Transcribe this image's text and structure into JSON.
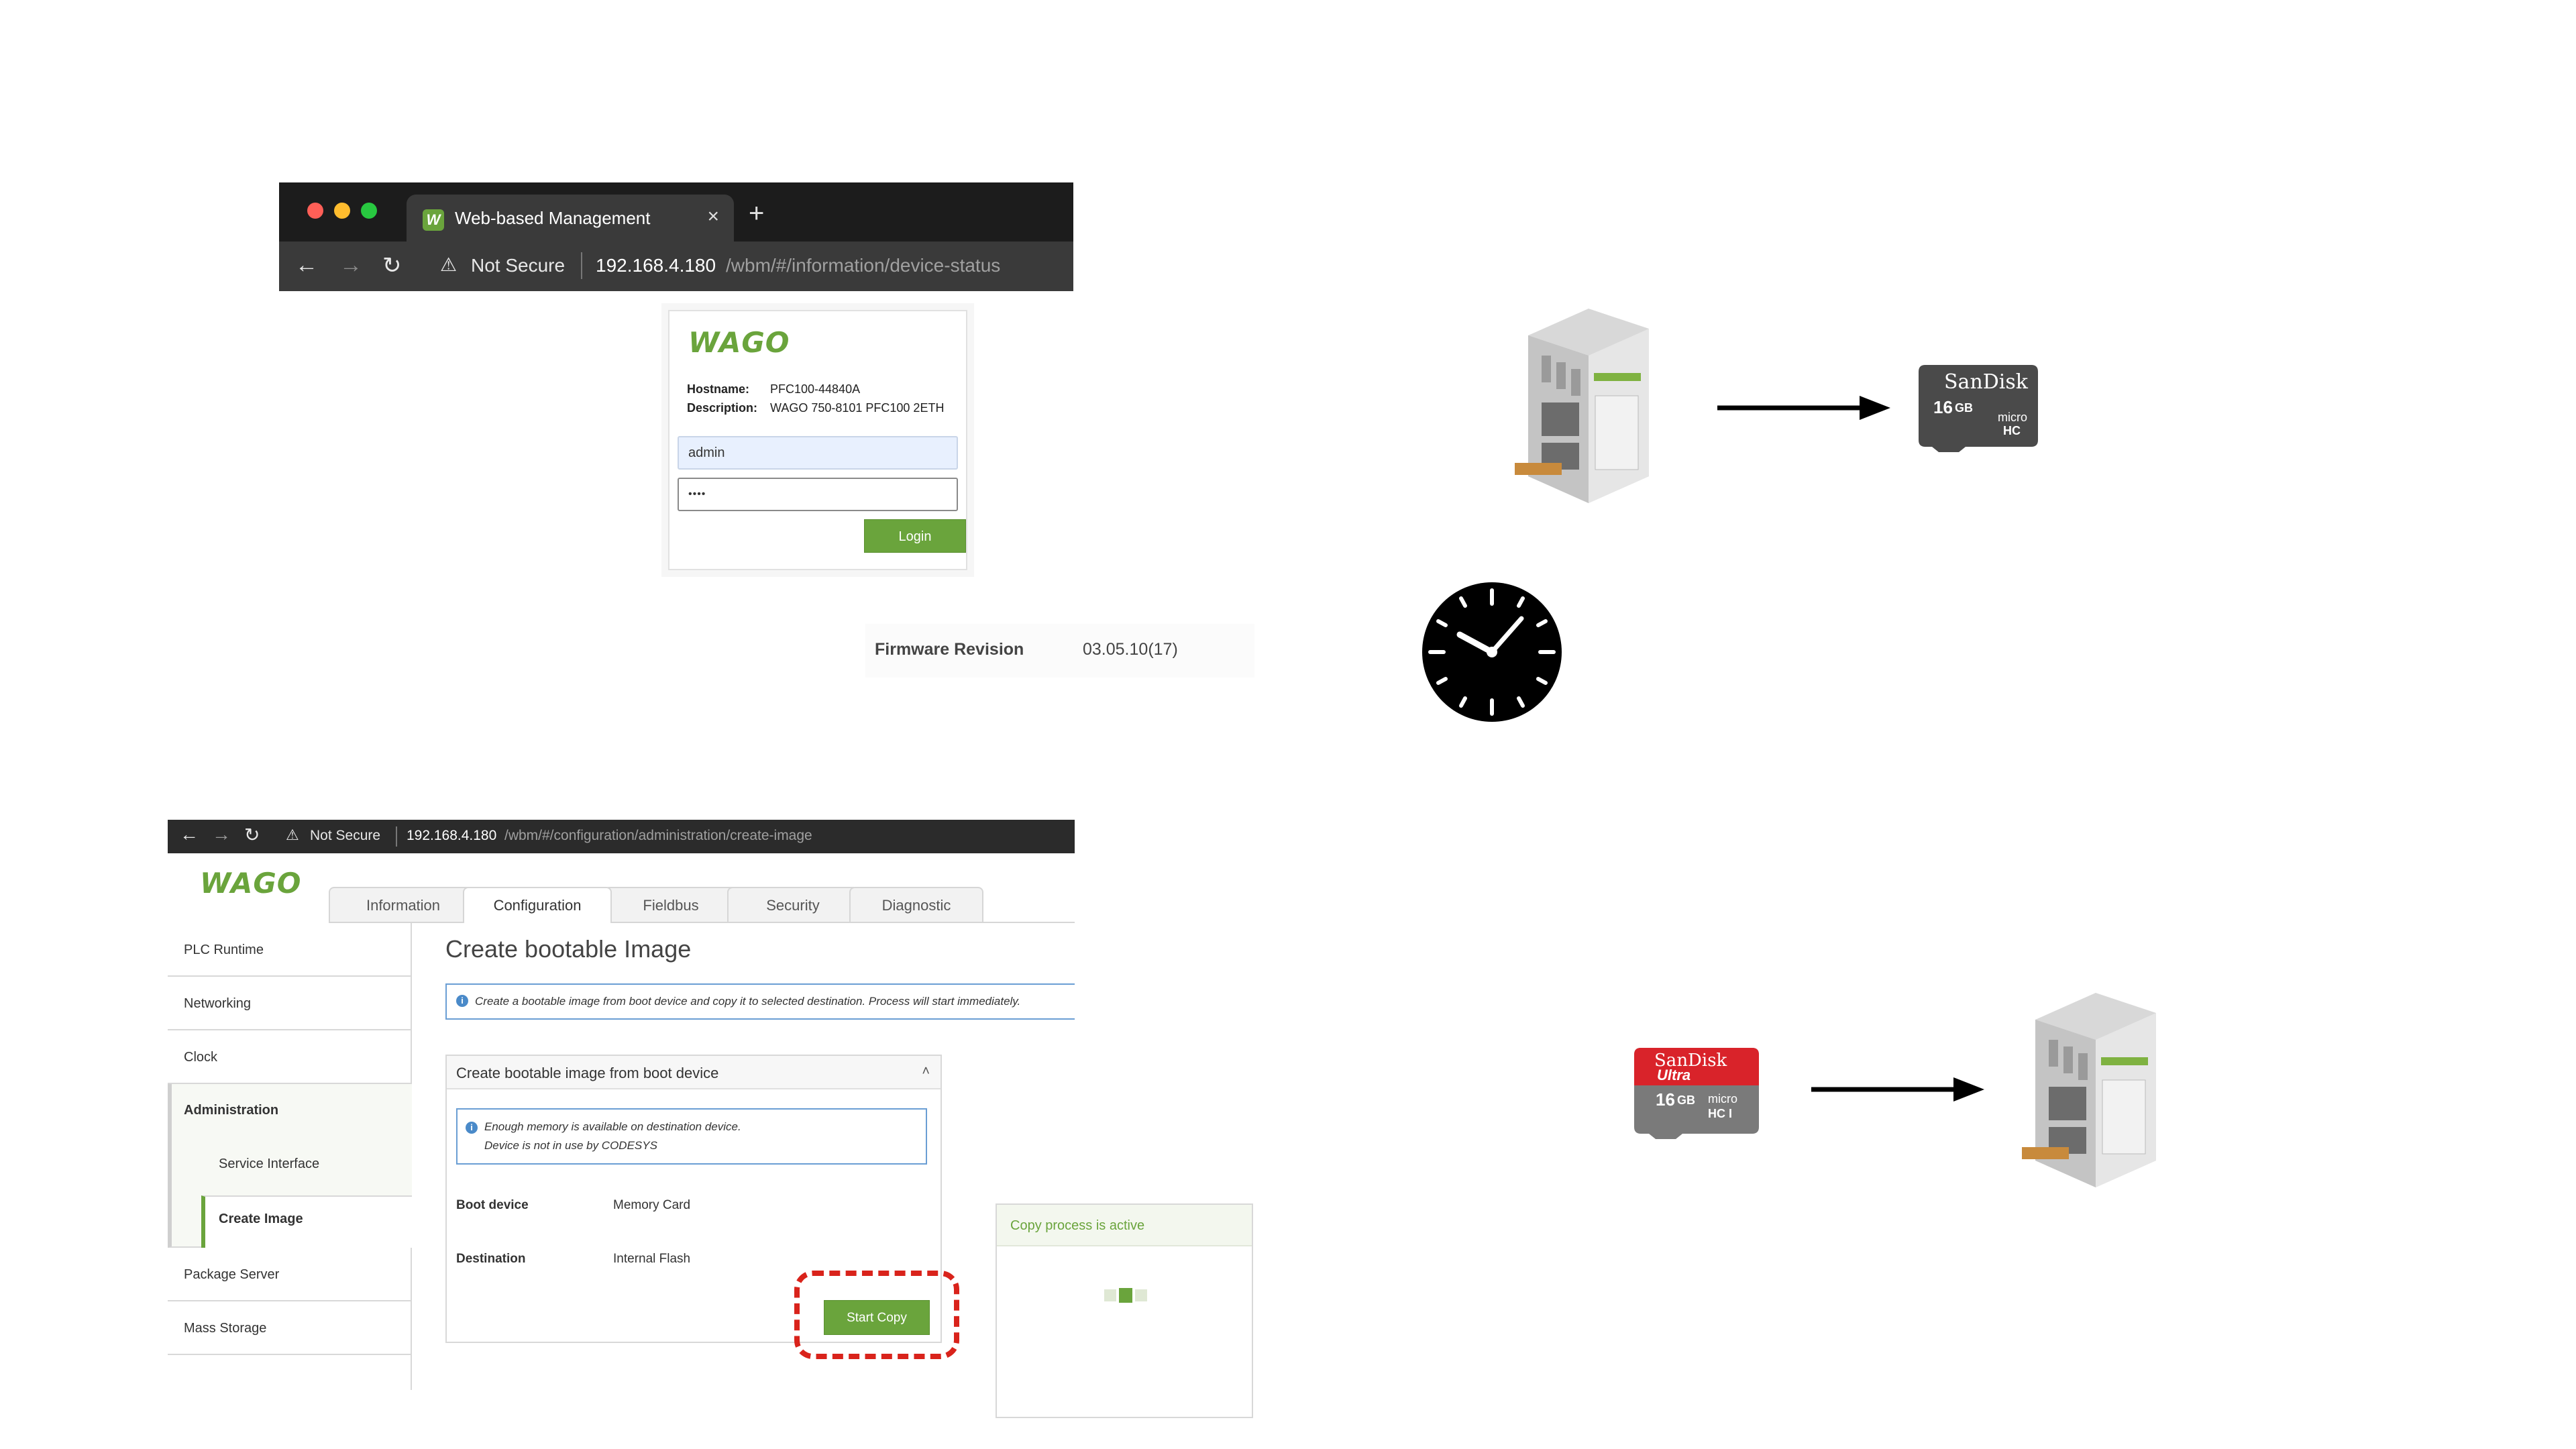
{
  "top_browser": {
    "tab_title": "Web-based Management",
    "tab_close": "×",
    "new_tab": "+",
    "not_secure": "Not Secure",
    "url_host": "192.168.4.180",
    "url_path": "/wbm/#/information/device-status"
  },
  "login": {
    "logo": "WAGO",
    "hostname_label": "Hostname:",
    "hostname_value": "PFC100-44840A",
    "description_label": "Description:",
    "description_value": "WAGO 750-8101 PFC100 2ETH",
    "username_value": "admin",
    "password_value": "••••",
    "login_button": "Login"
  },
  "firmware": {
    "label": "Firmware Revision",
    "value": "03.05.10(17)"
  },
  "sd_card_top": {
    "brand": "SanDisk",
    "capacity": "16",
    "unit": "GB",
    "type": "micro",
    "class_label": "HC"
  },
  "sd_card_bottom": {
    "brand": "SanDisk",
    "line": "Ultra",
    "capacity": "16",
    "unit": "GB",
    "type": "micro",
    "class_label": "HC I"
  },
  "bottom_browser": {
    "not_secure": "Not Secure",
    "url_host": "192.168.4.180",
    "url_path": "/wbm/#/configuration/administration/create-image"
  },
  "app": {
    "logo": "WAGO",
    "tabs": [
      "Information",
      "Configuration",
      "Fieldbus",
      "Security",
      "Diagnostic"
    ],
    "active_tab": "Configuration",
    "sidebar": {
      "items": [
        "PLC Runtime",
        "Networking",
        "Clock",
        "Administration",
        "Package Server",
        "Mass Storage"
      ],
      "sub_items": [
        "Service Interface",
        "Create Image"
      ]
    },
    "page_title": "Create bootable Image",
    "info_text": "Create a bootable image from boot device and copy it to selected destination. Process will start immediately.",
    "panel_title": "Create bootable image from boot device",
    "panel_toggle": "˄",
    "panel_info_line1": "Enough memory is available on destination device.",
    "panel_info_line2": "Device is not in use by CODESYS",
    "boot_device_label": "Boot device",
    "boot_device_value": "Memory Card",
    "destination_label": "Destination",
    "destination_value": "Internal Flash",
    "start_copy_button": "Start Copy"
  },
  "copy_popup": {
    "title": "Copy process is active"
  },
  "colors": {
    "wago_green": "#6aa43c",
    "highlight_red": "#d9231b"
  }
}
